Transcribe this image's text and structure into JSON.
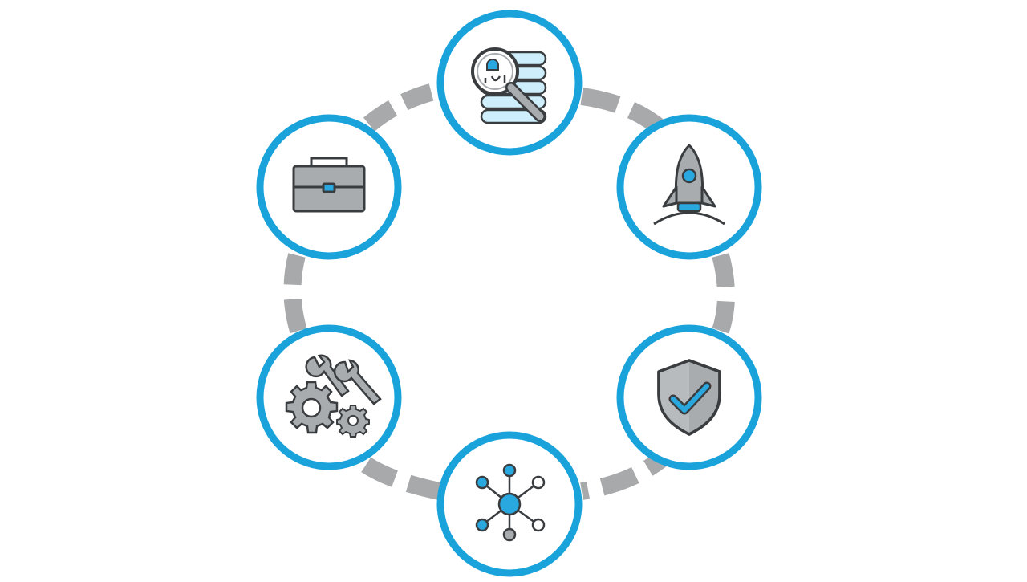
{
  "diagram": {
    "type": "cycle",
    "colors": {
      "ring": "#1aa3db",
      "ring_fill": "#ffffff",
      "connector": "#a7a9ab",
      "icon_stroke": "#3a3d40",
      "icon_gray": "#a9acaf",
      "icon_blue": "#29a8e0",
      "icon_light_blue": "#cdeefa"
    },
    "nodes": [
      {
        "id": "research",
        "icon": "research-search-icon"
      },
      {
        "id": "launch",
        "icon": "rocket-icon"
      },
      {
        "id": "security",
        "icon": "shield-check-icon"
      },
      {
        "id": "network",
        "icon": "network-hub-icon"
      },
      {
        "id": "tools",
        "icon": "gears-wrenches-icon"
      },
      {
        "id": "business",
        "icon": "briefcase-icon"
      }
    ]
  }
}
